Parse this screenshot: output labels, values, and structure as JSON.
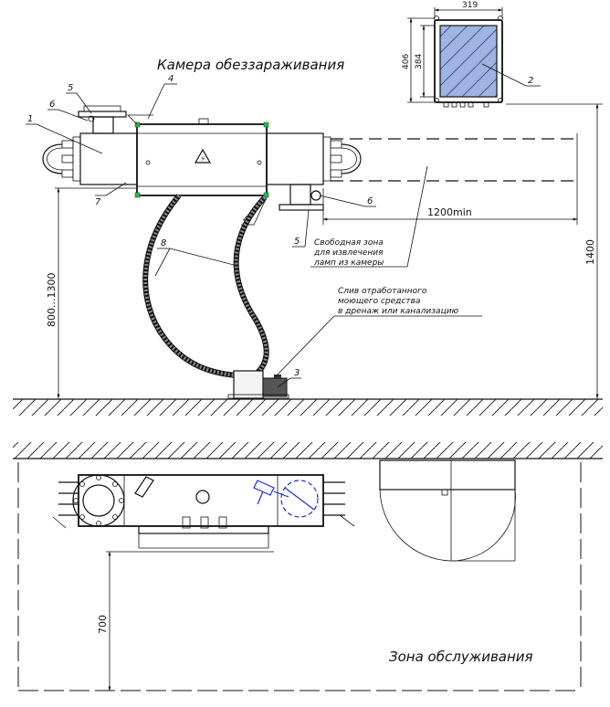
{
  "title_camera": "Камера обеззараживания",
  "title_service_zone": "Зона обслуживания",
  "free_zone_note": [
    "Свободная зона",
    "для извлечения",
    "ламп из камеры"
  ],
  "drain_note": [
    "Слив отработанного",
    "моющего средства",
    "в дренаж или канализацию"
  ],
  "dimensions": {
    "cabinet_width": "319",
    "cabinet_height_outer": "406",
    "cabinet_height_inner": "384",
    "lamp_clearance": "1200min",
    "height_overall": "1400",
    "mount_height": "800...1300",
    "service_depth": "700"
  },
  "callouts": {
    "c1": "1",
    "c2": "2",
    "c3": "3",
    "c4a": "4",
    "c4b": "4",
    "c5a": "5",
    "c5b": "5",
    "c6a": "6",
    "c6b": "6",
    "c7": "7",
    "c8": "8"
  },
  "colors": {
    "line": "#111111",
    "accent_blue": "#1a2fd6",
    "indicator_green": "#2bb54a",
    "glass": "#8fa8d8"
  }
}
